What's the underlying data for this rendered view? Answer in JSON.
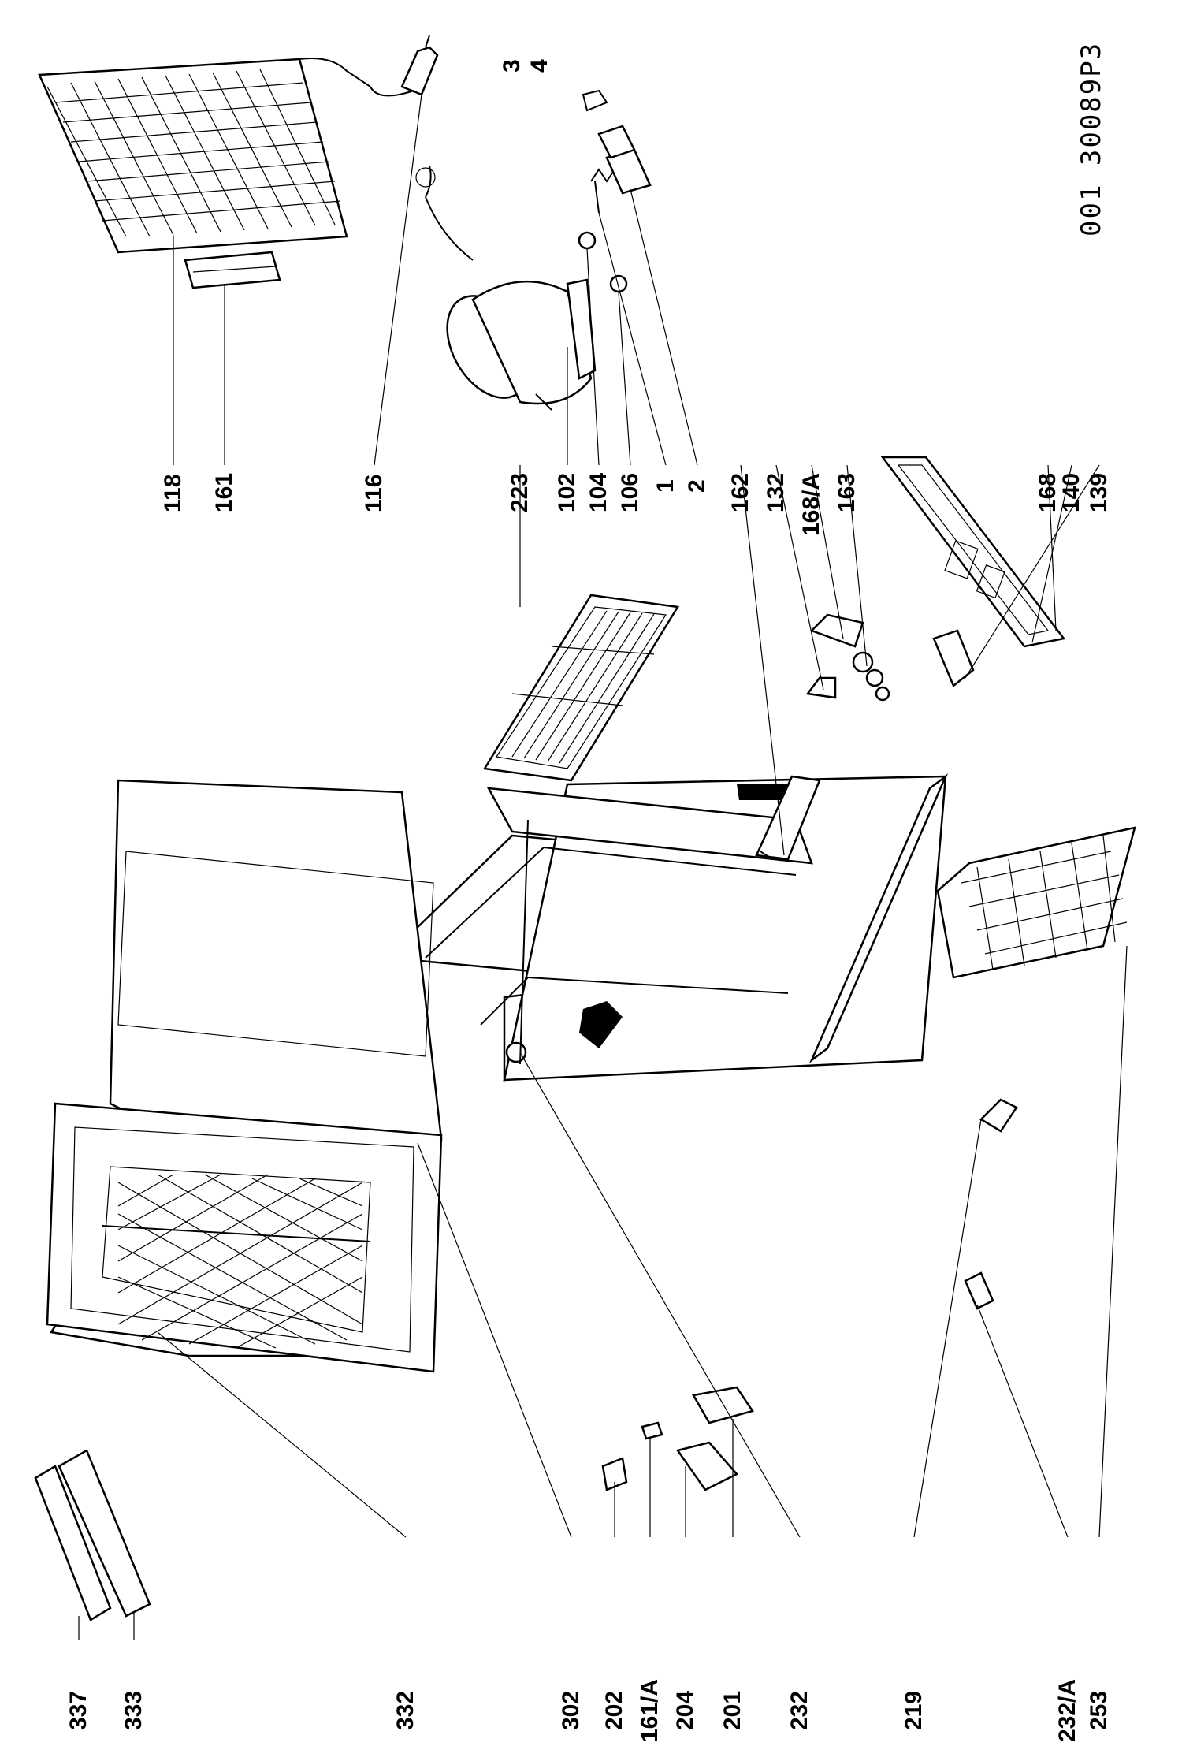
{
  "document_ref": "001 30089P3",
  "callouts": {
    "c337": "337",
    "c333": "333",
    "c332": "332",
    "c302": "302",
    "c202": "202",
    "c161A": "161/A",
    "c204": "204",
    "c201": "201",
    "c232": "232",
    "c219": "219",
    "c232A": "232/A",
    "c253": "253",
    "c118": "118",
    "c161": "161",
    "c116": "116",
    "c223": "223",
    "c102": "102",
    "c104": "104",
    "c106": "106",
    "c1": "1",
    "c2": "2",
    "c3": "3",
    "c4": "4",
    "c162": "162",
    "c132": "132",
    "c168A": "168/A",
    "c163": "163",
    "c168": "168",
    "c140": "140",
    "c139": "139"
  }
}
